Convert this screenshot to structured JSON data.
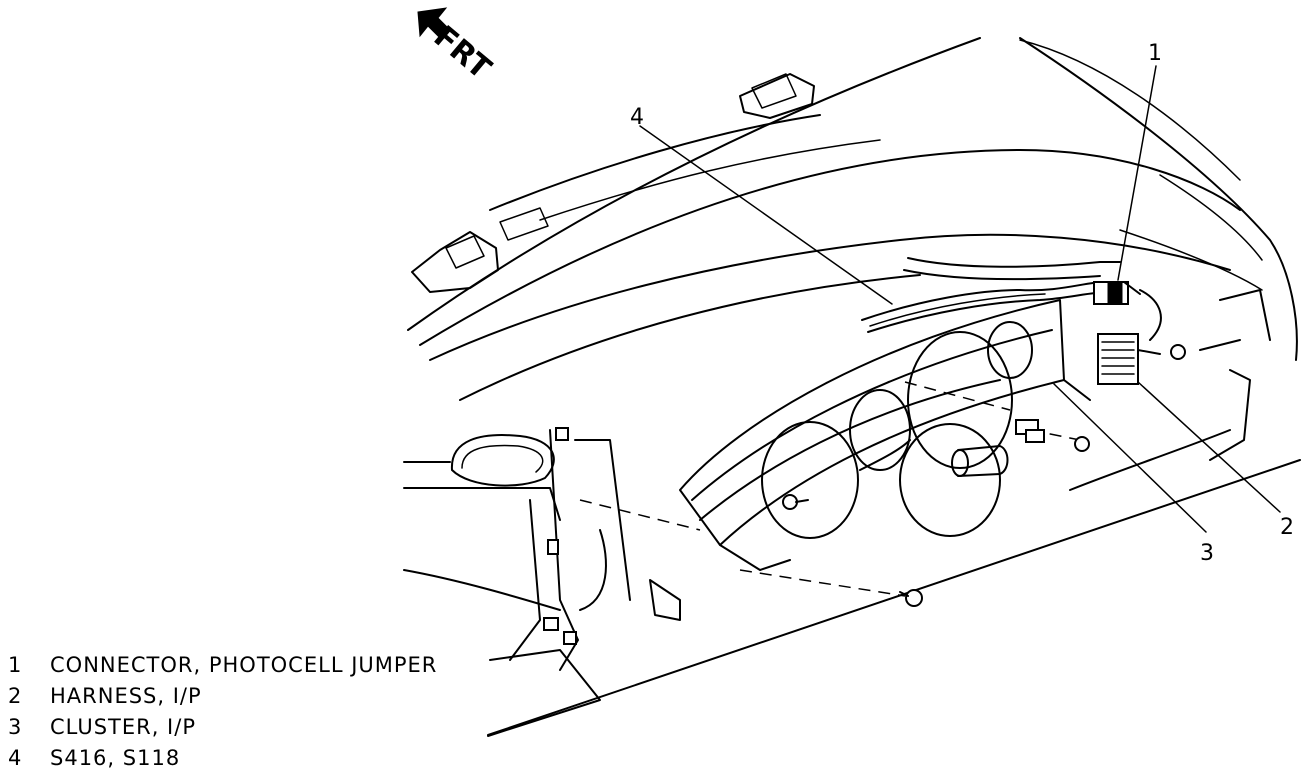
{
  "orientation_label": "FRT",
  "callouts": [
    "1",
    "2",
    "3",
    "4"
  ],
  "legend": [
    {
      "num": "1",
      "text": "CONNECTOR, PHOTOCELL JUMPER"
    },
    {
      "num": "2",
      "text": "HARNESS, I/P"
    },
    {
      "num": "3",
      "text": "CLUSTER, I/P"
    },
    {
      "num": "4",
      "text": "S416, S118"
    }
  ]
}
